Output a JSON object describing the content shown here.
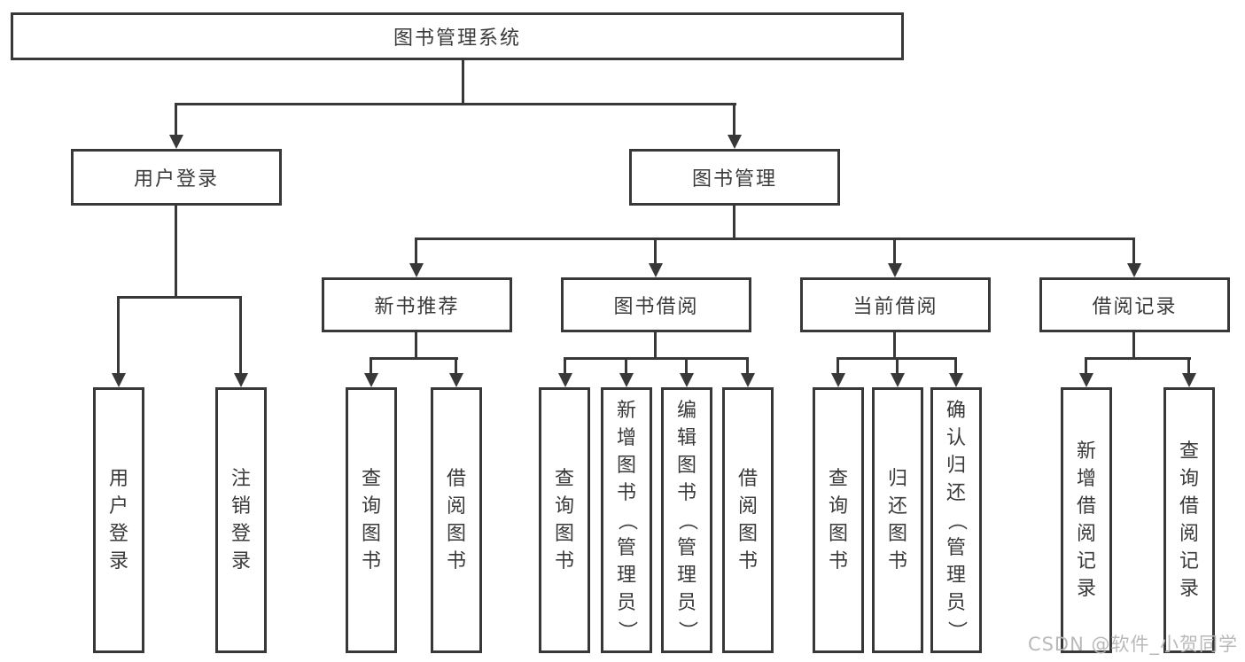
{
  "diagram": {
    "root": {
      "label": "图书管理系统"
    },
    "branches": [
      {
        "label": "用户登录",
        "children": [
          {
            "label": "用户登录"
          },
          {
            "label": "注销登录"
          }
        ]
      },
      {
        "label": "图书管理",
        "children": [
          {
            "label": "新书推荐",
            "children": [
              {
                "label": "查询图书"
              },
              {
                "label": "借阅图书"
              }
            ]
          },
          {
            "label": "图书借阅",
            "children": [
              {
                "label": "查询图书"
              },
              {
                "label": "新增图书（管理员）"
              },
              {
                "label": "编辑图书（管理员）"
              },
              {
                "label": "借阅图书"
              }
            ]
          },
          {
            "label": "当前借阅",
            "children": [
              {
                "label": "查询图书"
              },
              {
                "label": "归还图书"
              },
              {
                "label": "确认归还（管理员）"
              }
            ]
          },
          {
            "label": "借阅记录",
            "children": [
              {
                "label": "新增借阅记录"
              },
              {
                "label": "查询借阅记录"
              }
            ]
          }
        ]
      }
    ],
    "watermark": "CSDN @软件_小贺同学",
    "colors": {
      "line": "#383838",
      "box_border": "#383838",
      "box_fill": "#ffffff",
      "text": "#3a3a3a",
      "watermark": "#b9b9b9"
    }
  }
}
